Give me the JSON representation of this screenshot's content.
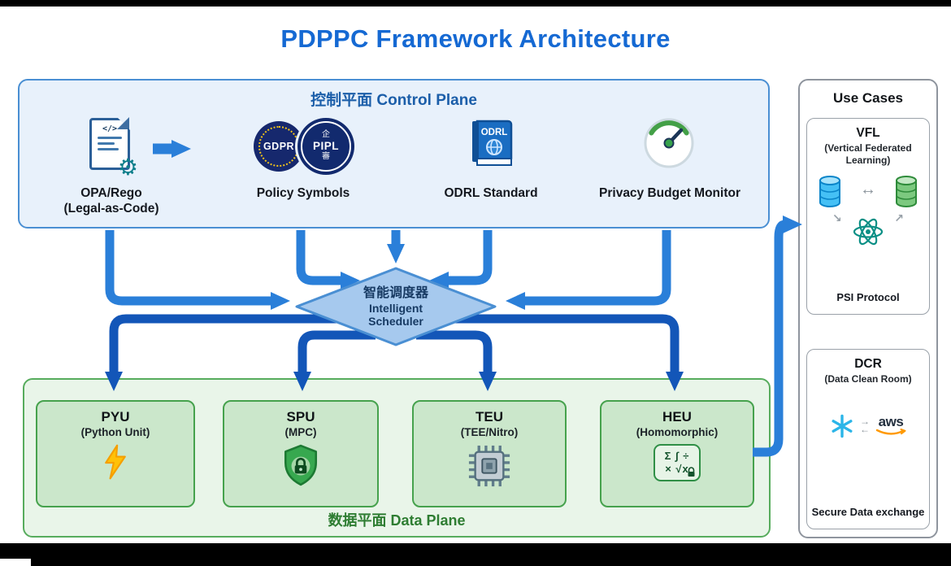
{
  "title": "PDPPC Framework Architecture",
  "control_plane": {
    "title": "控制平面 Control Plane",
    "opa": {
      "icon": "legal-code-document-icon",
      "code_glyph": "</>",
      "line1": "OPA/Rego",
      "line2": "(Legal-as-Code)"
    },
    "policy": {
      "label": "Policy Symbols",
      "gdpr": "GDPR",
      "pipl_top": "企",
      "pipl": "PIPL",
      "pipl_bottom": "審"
    },
    "odrl": {
      "label": "ODRL Standard",
      "book_text": "ODRL"
    },
    "budget": {
      "label": "Privacy Budget Monitor"
    }
  },
  "scheduler": {
    "zh": "智能调度器",
    "en1": "Intelligent",
    "en2": "Scheduler"
  },
  "data_plane": {
    "title": "数据平面 Data Plane",
    "units": [
      {
        "name": "PYU",
        "subtitle": "(Python Unit)",
        "icon": "lightning-icon"
      },
      {
        "name": "SPU",
        "subtitle": "(MPC)",
        "icon": "shield-lock-icon"
      },
      {
        "name": "TEU",
        "subtitle": "(TEE/Nitro)",
        "icon": "chip-icon"
      },
      {
        "name": "HEU",
        "subtitle": "(Homomorphic)",
        "icon": "math-lock-icon",
        "math_line1": "Σ ∫ ÷",
        "math_line2": "× √x"
      }
    ]
  },
  "use_cases": {
    "title": "Use Cases",
    "vfl": {
      "name": "VFL",
      "subtitle": "(Vertical Federated Learning)",
      "protocol": "PSI Protocol"
    },
    "dcr": {
      "name": "DCR",
      "subtitle": "(Data Clean Room)",
      "aws": "aws",
      "footer": "Secure Data exchange"
    }
  },
  "colors": {
    "title_blue": "#1569d3",
    "arrow_light_blue": "#2a7fd9",
    "arrow_dark_blue": "#1356b8",
    "control_plane_fill": "#e8f1fb",
    "control_plane_border": "#4a8fd3",
    "data_plane_fill": "#e9f5e9",
    "data_plane_border": "#57ac5d",
    "unit_fill": "#cbe7cb",
    "badge_navy": "#16286d",
    "aws_orange": "#ff9900",
    "snowflake_blue": "#2bb5e8"
  }
}
